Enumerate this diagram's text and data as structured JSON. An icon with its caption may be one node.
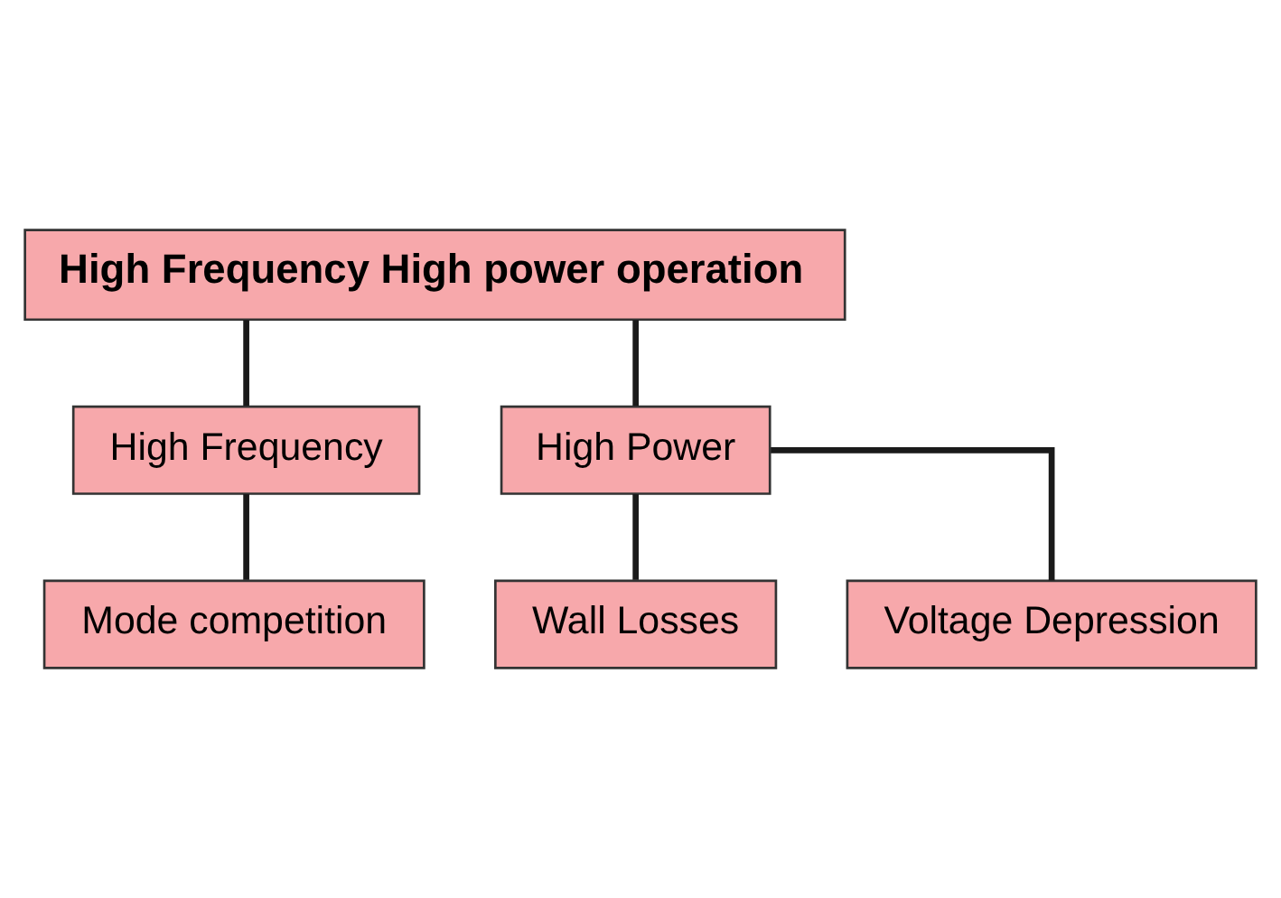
{
  "diagram": {
    "nodes": [
      {
        "text": [
          "High Frequency High power operation"
        ]
      },
      {
        "text": [
          "High Frequency"
        ]
      },
      {
        "text": [
          "High Power"
        ]
      },
      {
        "text": [
          "Mode competition"
        ]
      },
      {
        "text": [
          "Wall Losses"
        ]
      },
      {
        "text": [
          "Voltage Depression"
        ]
      }
    ],
    "edges": [
      {
        "from": 0,
        "to": 1,
        "arrow": "none"
      },
      {
        "from": 0,
        "to": 2,
        "arrow": "none"
      },
      {
        "from": 1,
        "to": 3,
        "arrow": "none"
      },
      {
        "from": 2,
        "to": 4,
        "arrow": "none"
      },
      {
        "from": 2,
        "to": 5,
        "arrow": "none"
      }
    ]
  }
}
